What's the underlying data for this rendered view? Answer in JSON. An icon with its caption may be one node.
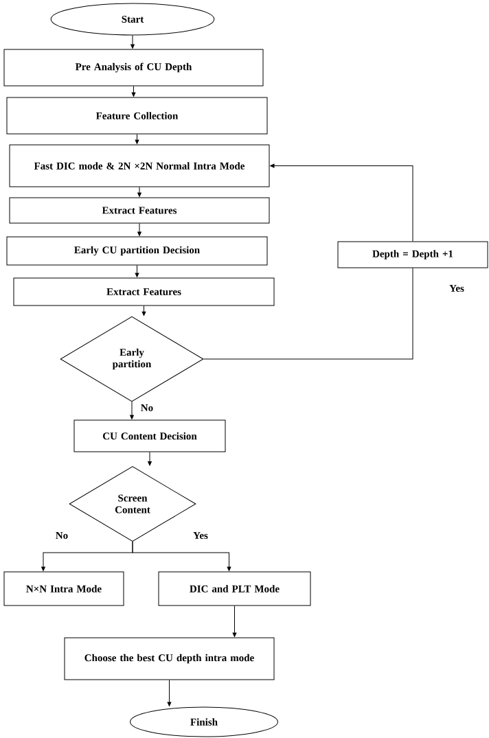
{
  "diagram": {
    "nodes": [
      {
        "text": [
          "Start"
        ]
      },
      {
        "text": [
          "Pre Analysis of CU Depth"
        ]
      },
      {
        "text": [
          "Feature Collection"
        ]
      },
      {
        "text": [
          "Fast DIC mode & 2N ×2N Normal Intra Mode"
        ]
      },
      {
        "text": [
          "Extract Features"
        ]
      },
      {
        "text": [
          "Early CU partition Decision"
        ]
      },
      {
        "text": [
          "Extract Features"
        ]
      },
      {
        "text": [
          "Early partition"
        ]
      },
      {
        "text": [
          "CU Content Decision"
        ]
      },
      {
        "text": [
          "Screen Content"
        ]
      },
      {
        "text": [
          "N×N Intra Mode"
        ]
      },
      {
        "text": [
          "DIC and PLT Mode"
        ]
      },
      {
        "text": [
          "Choose the best CU depth intra mode"
        ]
      },
      {
        "text": [
          "Finish"
        ]
      },
      {
        "text": [
          "Depth = Depth +1"
        ]
      }
    ],
    "edges": [
      {
        "from": 0,
        "to": 1,
        "arrow": "to"
      },
      {
        "from": 1,
        "to": 2,
        "arrow": "to"
      },
      {
        "from": 2,
        "to": 3,
        "arrow": "to"
      },
      {
        "from": 3,
        "to": 4,
        "arrow": "to"
      },
      {
        "from": 4,
        "to": 5,
        "arrow": "to"
      },
      {
        "from": 5,
        "to": 6,
        "arrow": "to"
      },
      {
        "from": 6,
        "to": 7,
        "arrow": "to"
      },
      {
        "from": 7,
        "to": 8,
        "arrow": "to",
        "label": "No"
      },
      {
        "from": 7,
        "to": 14,
        "arrow": "none",
        "label": "Yes"
      },
      {
        "from": 14,
        "to": 3,
        "arrow": "to"
      },
      {
        "from": 8,
        "to": 9,
        "arrow": "to"
      },
      {
        "from": 9,
        "to": 10,
        "arrow": "to",
        "label": "No"
      },
      {
        "from": 9,
        "to": 11,
        "arrow": "to",
        "label": "Yes"
      },
      {
        "from": 11,
        "to": 12,
        "arrow": "to"
      },
      {
        "from": 12,
        "to": 13,
        "arrow": "to"
      }
    ]
  }
}
